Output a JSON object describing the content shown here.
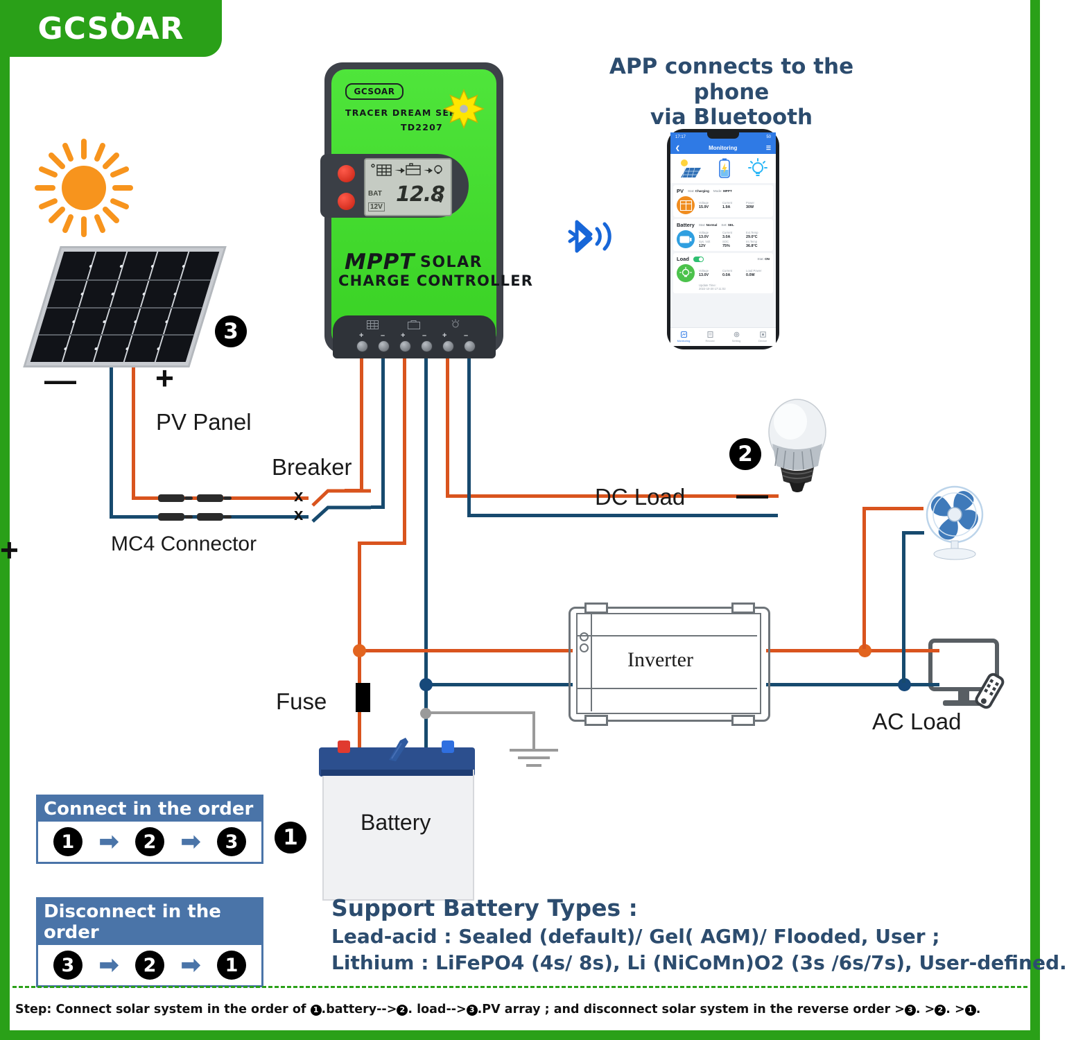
{
  "brand": {
    "logo": "GCSOAR",
    "green": "#2aa018"
  },
  "app_note": {
    "line1": "APP connects to the phone",
    "line2": "via Bluetooth"
  },
  "controller": {
    "logo": "GCSOAR",
    "series": "TRACER DREAM SERIES",
    "model": "TD2207",
    "mppt": "MPPT",
    "solar": "SOLAR",
    "charge_controller": "CHARGE CONTROLLER",
    "lcd": {
      "value": "12.8",
      "unit": "V",
      "bat": "BAT",
      "sys": "12V"
    },
    "terminals": [
      "+",
      "-",
      "+",
      "-",
      "+",
      "-"
    ]
  },
  "phone": {
    "status_time": "17:17",
    "status_right": "50",
    "title": "Monitoring",
    "pv": {
      "name": "PV",
      "stat_label": "Stat:",
      "stat_value": "Charging",
      "mode_label": "Mode:",
      "mode_value": "MPPT",
      "rows": [
        {
          "label": "Voltage",
          "value": "15.9V"
        },
        {
          "label": "Current",
          "value": "1.9A"
        },
        {
          "label": "Power",
          "value": "30W"
        }
      ]
    },
    "battery": {
      "name": "Battery",
      "stat_label": "Stat:",
      "stat_value": "Normal",
      "set_label": "Set:",
      "set_value": "SEL",
      "rows": [
        {
          "label": "Voltage",
          "value": "13.0V"
        },
        {
          "label": "Current",
          "value": "3.0A"
        },
        {
          "label": "Ext.Temp",
          "value": "29.0°C"
        },
        {
          "label": "Sys. Volt",
          "value": "12V"
        },
        {
          "label": "SOC",
          "value": "75%"
        },
        {
          "label": "Int.Temp",
          "value": "36.8°C"
        }
      ]
    },
    "load": {
      "name": "Load",
      "stat_label": "Stat:",
      "stat_value": "ON",
      "rows": [
        {
          "label": "Voltage",
          "value": "13.0V"
        },
        {
          "label": "Current",
          "value": "0.0A"
        },
        {
          "label": "Load Power",
          "value": "0.0W"
        }
      ],
      "update_label": "Update Time:",
      "update_value": "2022-10-20 17:11:02"
    },
    "nav": [
      "Monitoring",
      "Record",
      "Setting",
      "Device"
    ]
  },
  "diagram": {
    "pv_panel": "PV Panel",
    "pv_minus": "—",
    "pv_plus": "+",
    "pv_badge": "3",
    "mc4": "MC4 Connector",
    "breaker": "Breaker",
    "x_mark": "x",
    "fuse": "Fuse",
    "battery": "Battery",
    "battery_badge": "1",
    "dc_load": "DC Load",
    "dc_badge": "2",
    "dc_minus": "—",
    "inverter": "Inverter",
    "ac_load": "AC Load",
    "ac_plus": "+",
    "wire_orange": "#d9541e",
    "wire_blue": "#174a6e"
  },
  "order": {
    "connect": {
      "title": "Connect  in the order",
      "steps": [
        "1",
        "2",
        "3"
      ],
      "arrow": "➡"
    },
    "disconnect": {
      "title": "Disconnect  in the order",
      "steps": [
        "3",
        "2",
        "1"
      ],
      "arrow": "➡"
    },
    "connect_badge": "1"
  },
  "support": {
    "title": "Support Battery Types :",
    "line1": "Lead-acid : Sealed (default)/ Gel( AGM)/ Flooded, User ;",
    "line2": "Lithium : LiFePO4 (4s/ 8s), Li (NiCoMn)O2 (3s /6s/7s), User-defined."
  },
  "footer": {
    "p1": "Step: Connect solar system in the order of ",
    "n1": "1",
    "p2": ".battery-->",
    "n2": "2",
    "p3": ". load-->",
    "n3": "3",
    "p4": ".PV array ; and disconnect solar system in the reverse order >",
    "n4": "3",
    "p5": ". >",
    "n5": "2",
    "p6": ". >",
    "n6": "1",
    "p7": "."
  }
}
